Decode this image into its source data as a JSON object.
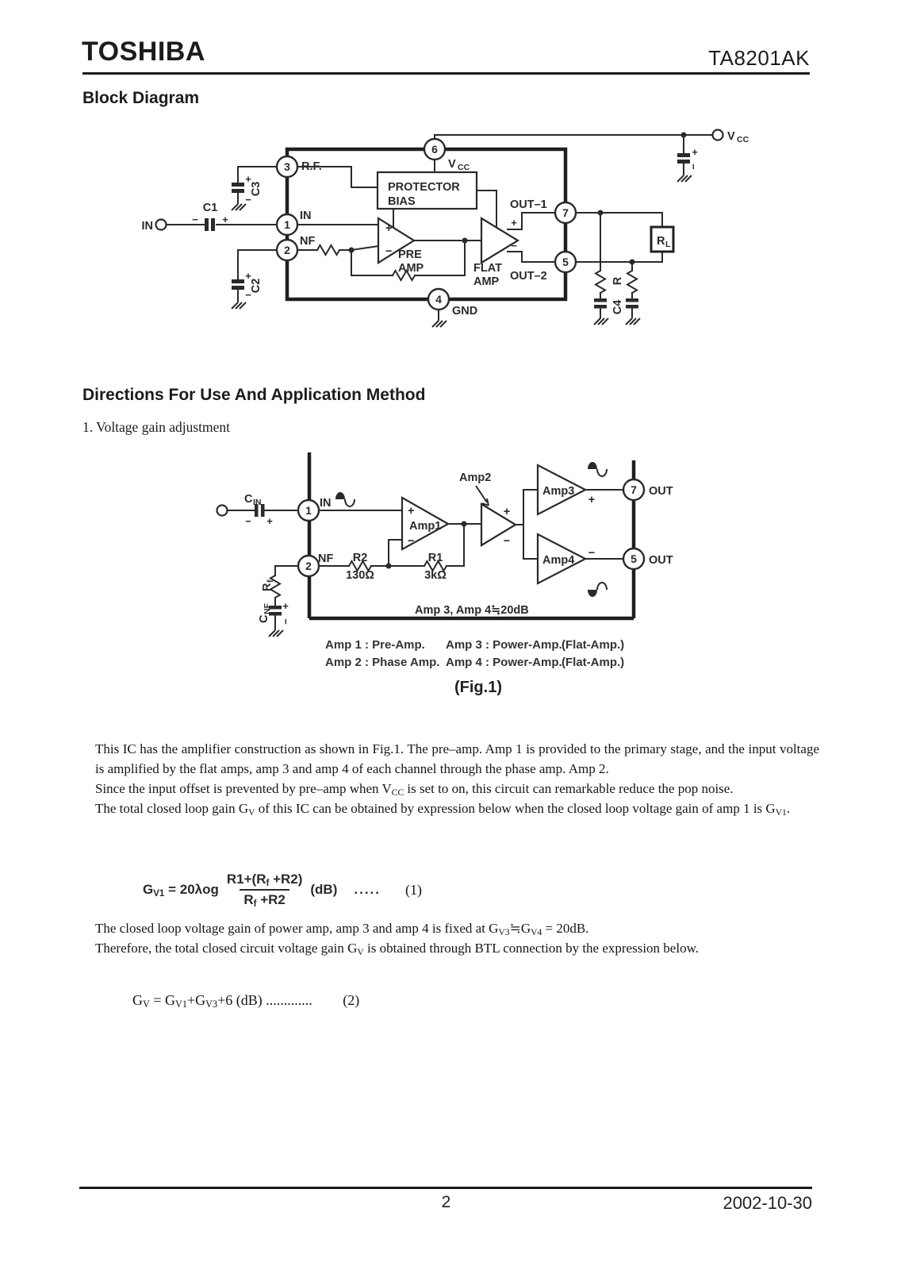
{
  "sym": {
    "plus": "+",
    "minus": "−"
  },
  "header": {
    "brand": "TOSHIBA",
    "part": "TA8201AK"
  },
  "titles": {
    "block_diagram": "Block Diagram",
    "directions": "Directions For Use And Application Method",
    "subsection": "1. Voltage gain adjustment"
  },
  "bd": {
    "pin1": "1",
    "pin2": "2",
    "pin3": "3",
    "pin4": "4",
    "pin5": "5",
    "pin6": "6",
    "pin7": "7",
    "lbl_in_pin": "IN",
    "lbl_nf": "NF",
    "lbl_rf": "R.F.",
    "lbl_gnd": "GND",
    "lbl_out1": "OUT–1",
    "lbl_out2": "OUT–2",
    "vcc": {
      "main": "V",
      "sub": "CC"
    },
    "protector_l1": "PROTECTOR",
    "protector_l2": "BIAS",
    "pre_l1": "PRE",
    "pre_l2": "AMP",
    "flat_l1": "FLAT",
    "flat_l2": "AMP",
    "ext_in": "IN",
    "c1": "C1",
    "c2": "C2",
    "c3": "C3",
    "c4": "C4",
    "r": "R",
    "rl": {
      "main": "R",
      "sub": "L"
    }
  },
  "fig1": {
    "pin1": "1",
    "pin2": "2",
    "pin5": "5",
    "pin7": "7",
    "lbl_in": "IN",
    "lbl_nf": "NF",
    "lbl_out_top": "OUT",
    "lbl_out_bottom": "OUT",
    "cin": {
      "main": "C",
      "sub": "IN"
    },
    "cnf": {
      "main": "C",
      "sub": "NF"
    },
    "rf": {
      "main": "R",
      "sub": "f"
    },
    "amp1": "Amp1",
    "amp2": "Amp2",
    "amp3": "Amp3",
    "amp4": "Amp4",
    "r2_name": "R2",
    "r2_val": "130Ω",
    "r1_name": "R1",
    "r1_val": "3kΩ",
    "gain_note": "Amp 3, Amp 4≒20dB"
  },
  "legend": {
    "r1c1": "Amp 1 : Pre-Amp.",
    "r1c2": "Amp 3 : Power-Amp.",
    "r1c3": "(Flat-Amp.)",
    "r2c1": "Amp 2 : Phase Amp.",
    "r2c2": "Amp 4 : Power-Amp.",
    "r2c3": "(Flat-Amp.)",
    "caption": "(Fig.1)"
  },
  "paragraphs": {
    "p1": [
      {
        "t": "This IC has the amplifier construction as shown in Fig.1. The pre–amp. Amp 1 is provided to the primary stage, and the input voltage is amplified by the flat amps, amp 3 and amp 4 of each channel through the phase amp. Amp 2."
      }
    ],
    "p2": [
      {
        "t": "Since the input offset is prevented by pre–amp when V"
      },
      {
        "t": "CC",
        "sub": true
      },
      {
        "t": " is set to on, this circuit can remarkable reduce the pop noise."
      }
    ],
    "p3": [
      {
        "t": "The total closed loop gain G"
      },
      {
        "t": "V",
        "sub": true
      },
      {
        "t": " of this IC can be obtained by expression below when the closed loop voltage gain of amp 1 is G"
      },
      {
        "t": "V1",
        "sub": true
      },
      {
        "t": "."
      }
    ],
    "p4": [
      {
        "t": "The closed loop voltage gain of power amp, amp 3 and amp 4 is fixed at G"
      },
      {
        "t": "V3",
        "sub": true
      },
      {
        "t": "≒G"
      },
      {
        "t": "V4",
        "sub": true
      },
      {
        "t": " = 20dB."
      }
    ],
    "p5": [
      {
        "t": "Therefore, the total closed circuit voltage gain G"
      },
      {
        "t": "V",
        "sub": true
      },
      {
        "t": " is obtained through BTL connection by the expression below."
      }
    ]
  },
  "formula1": {
    "lhs": [
      {
        "t": "G"
      },
      {
        "t": "V1",
        "sub": true
      },
      {
        "t": " = 20λog"
      }
    ],
    "num": [
      {
        "t": "R1+(R"
      },
      {
        "t": "f",
        "sub": true
      },
      {
        "t": " +R2)"
      }
    ],
    "den": [
      {
        "t": "R"
      },
      {
        "t": "f",
        "sub": true
      },
      {
        "t": " +R2"
      }
    ],
    "tail": "(dB)",
    "dots": ".....",
    "number": "(1)"
  },
  "formula2": {
    "body": [
      {
        "t": "G"
      },
      {
        "t": "V",
        "sub": true
      },
      {
        "t": " = G"
      },
      {
        "t": "V1",
        "sub": true
      },
      {
        "t": "+G"
      },
      {
        "t": "V3",
        "sub": true
      },
      {
        "t": "+6 (dB) ............."
      }
    ],
    "number": "(2)"
  },
  "footer": {
    "page": "2",
    "date": "2002-10-30"
  }
}
